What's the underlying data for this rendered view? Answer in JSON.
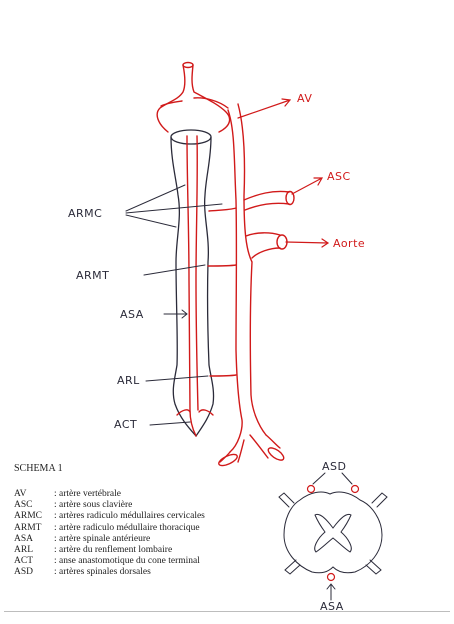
{
  "diagram": {
    "labels": {
      "av": "AV",
      "asc": "ASC",
      "aorte": "Aorte",
      "armc": "ARMC",
      "armt": "ARMT",
      "asa": "ASA",
      "arl": "ARL",
      "act": "ACT",
      "asd_inset": "ASD",
      "asa_inset": "ASA"
    },
    "colors": {
      "artery": "#d11a1a",
      "spinal_cord": "#2b2b3a",
      "text": "#222222"
    }
  },
  "schema_title": "SCHEMA 1",
  "legend": [
    {
      "abbr": "AV",
      "desc": ": artère vertébrale"
    },
    {
      "abbr": "ASC",
      "desc": ": artère sous clavière"
    },
    {
      "abbr": "ARMC",
      "desc": ": artères radiculo médullaires cervicales"
    },
    {
      "abbr": "ARMT",
      "desc": ": artère radiculo médullaire thoracique"
    },
    {
      "abbr": "ASA",
      "desc": ": artère spinale antérieure"
    },
    {
      "abbr": "ARL",
      "desc": ": artère du renflement lombaire"
    },
    {
      "abbr": "ACT",
      "desc": ": anse anastomotique du cone terminal"
    },
    {
      "abbr": "ASD",
      "desc": ": artères spinales dorsales"
    }
  ]
}
